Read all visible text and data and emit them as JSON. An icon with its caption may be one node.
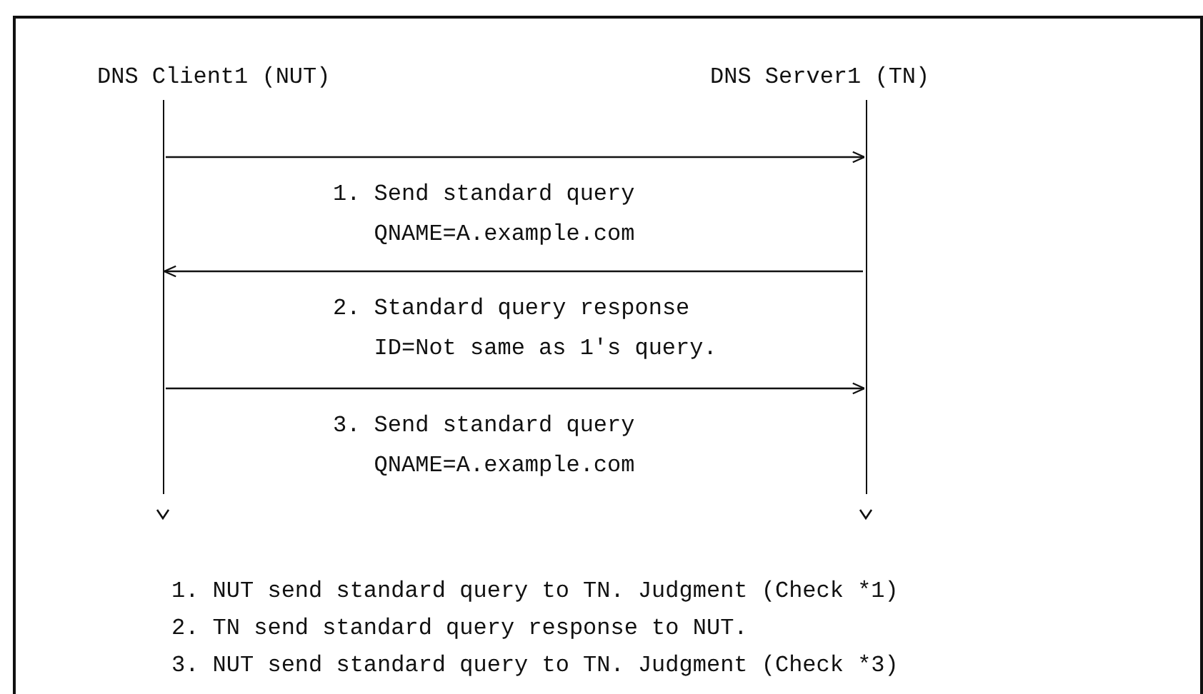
{
  "diagram": {
    "nodes": [
      {
        "text": [
          "DNS Client1 (NUT)"
        ]
      },
      {
        "text": [
          "DNS Server1 (TN)"
        ]
      },
      {
        "text": [],
        "shape": "bar"
      },
      {
        "text": [],
        "shape": "bar"
      }
    ],
    "edges": [
      {
        "from": 2,
        "to": 3,
        "arrow": "to",
        "label": "1. Send standard query QNAME=A.example.com"
      },
      {
        "from": 3,
        "to": 2,
        "arrow": "to",
        "label": "2. Standard query response ID=Not same as 1's query."
      },
      {
        "from": 2,
        "to": 3,
        "arrow": "to",
        "label": "3. Send standard query QNAME=A.example.com"
      }
    ],
    "labels": [
      "1. NUT send standard query to TN. Judgment (Check *1)",
      "2. TN send standard query response to NUT.",
      "3. NUT send standard query to TN. Judgment (Check *3)"
    ]
  }
}
